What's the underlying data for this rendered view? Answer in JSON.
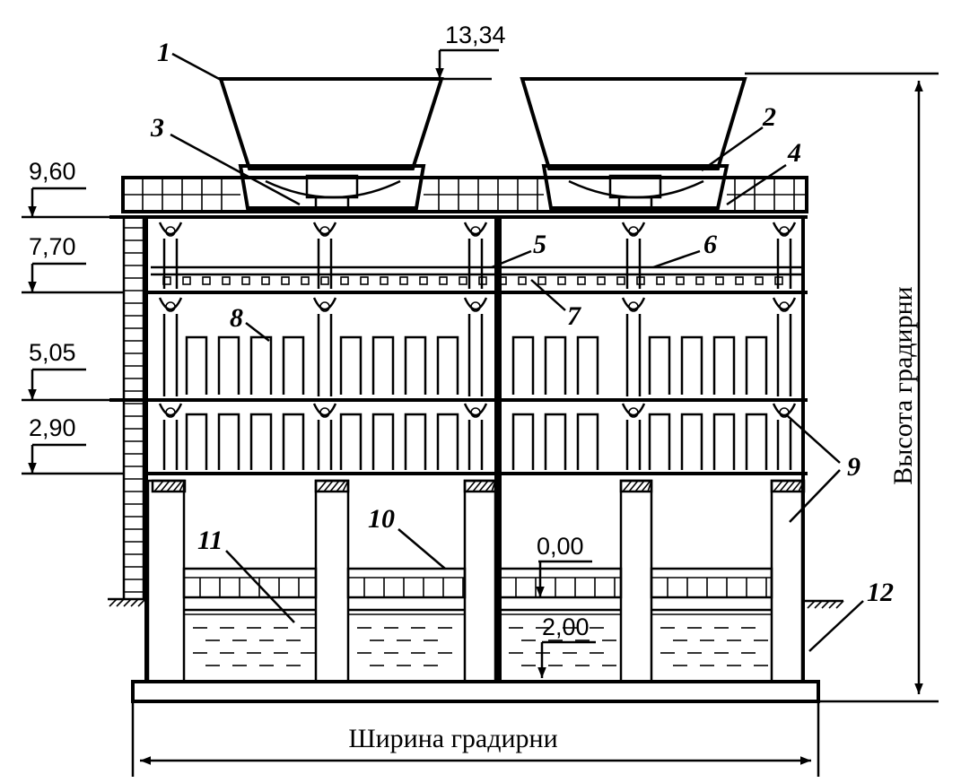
{
  "elevations": {
    "top": "13,34",
    "e960": "9,60",
    "e770": "7,70",
    "e505": "5,05",
    "e290": "2,90",
    "e000": "0,00",
    "e200": "2,00"
  },
  "labels": [
    "1",
    "2",
    "3",
    "4",
    "5",
    "6",
    "7",
    "8",
    "9",
    "10",
    "11",
    "12"
  ],
  "dimensions": {
    "width": "Ширина градирни",
    "height": "Высота градирни"
  }
}
